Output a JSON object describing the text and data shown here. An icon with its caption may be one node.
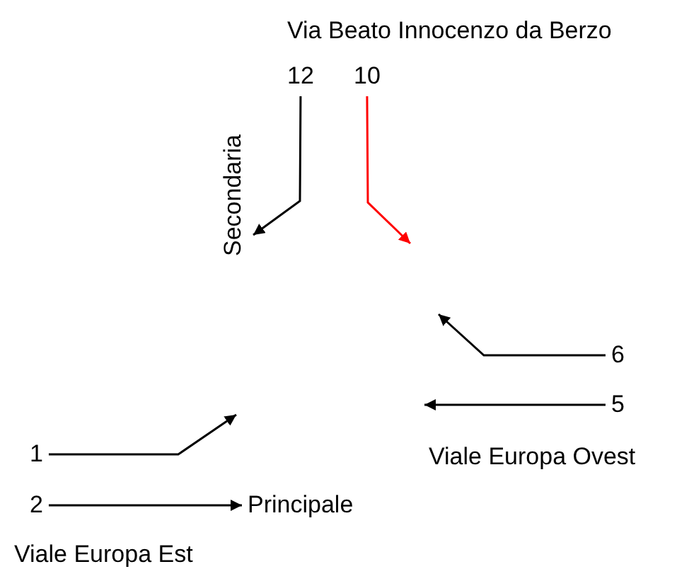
{
  "diagram": {
    "nodes": [
      {
        "text": [
          "12"
        ]
      },
      {
        "text": [
          "10"
        ]
      },
      {
        "text": [
          "6"
        ]
      },
      {
        "text": [
          "5"
        ]
      },
      {
        "text": [
          "1"
        ]
      },
      {
        "text": [
          "2"
        ]
      },
      {
        "text": [
          "Principale"
        ]
      },
      {
        "text": [
          "Secondaria"
        ]
      }
    ],
    "edges": [
      {
        "from": 0,
        "to": 7,
        "arrow": "to"
      },
      {
        "from": 1,
        "to": null,
        "arrow": "to",
        "color": "#ff0000"
      },
      {
        "from": 2,
        "to": null,
        "arrow": "to"
      },
      {
        "from": 3,
        "to": null,
        "arrow": "to"
      },
      {
        "from": 4,
        "to": null,
        "arrow": "to"
      },
      {
        "from": 5,
        "to": 6,
        "arrow": "to"
      }
    ],
    "labels": [
      "Via Beato Innocenzo da Berzo",
      "Viale Europa Ovest",
      "Viale Europa Est"
    ]
  }
}
